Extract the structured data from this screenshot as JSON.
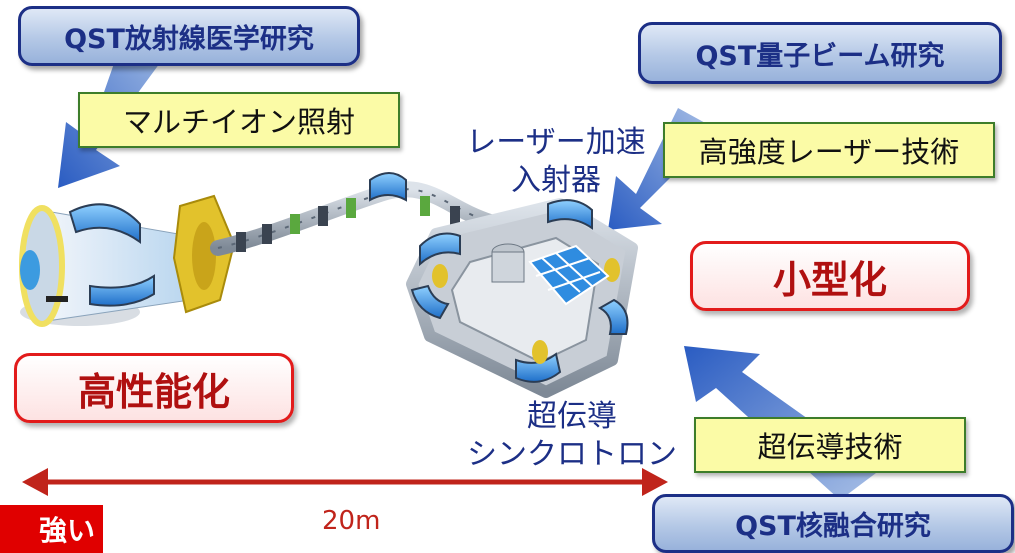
{
  "research_sources": {
    "medical": "QST放射線医学研究",
    "beam": "QST量子ビーム研究",
    "fusion": "QST核融合研究"
  },
  "technologies": {
    "multi_ion": "マルチイオン照射",
    "laser": "高強度レーザー技術",
    "superconducting": "超伝導技術"
  },
  "goals": {
    "performance": "高性能化",
    "downsizing": "小型化"
  },
  "components": {
    "laser_injector_line1": "レーザー加速",
    "laser_injector_line2": "入射器",
    "synchrotron_line1": "超伝導",
    "synchrotron_line2": "シンクロトロン"
  },
  "scale": {
    "distance": "20m"
  },
  "badge": {
    "text": "強い"
  },
  "colors": {
    "navy": "#1c2f86",
    "arrow_blue": "#2f63c7",
    "red": "#e21b1b",
    "yellow": "#fbfba6"
  }
}
